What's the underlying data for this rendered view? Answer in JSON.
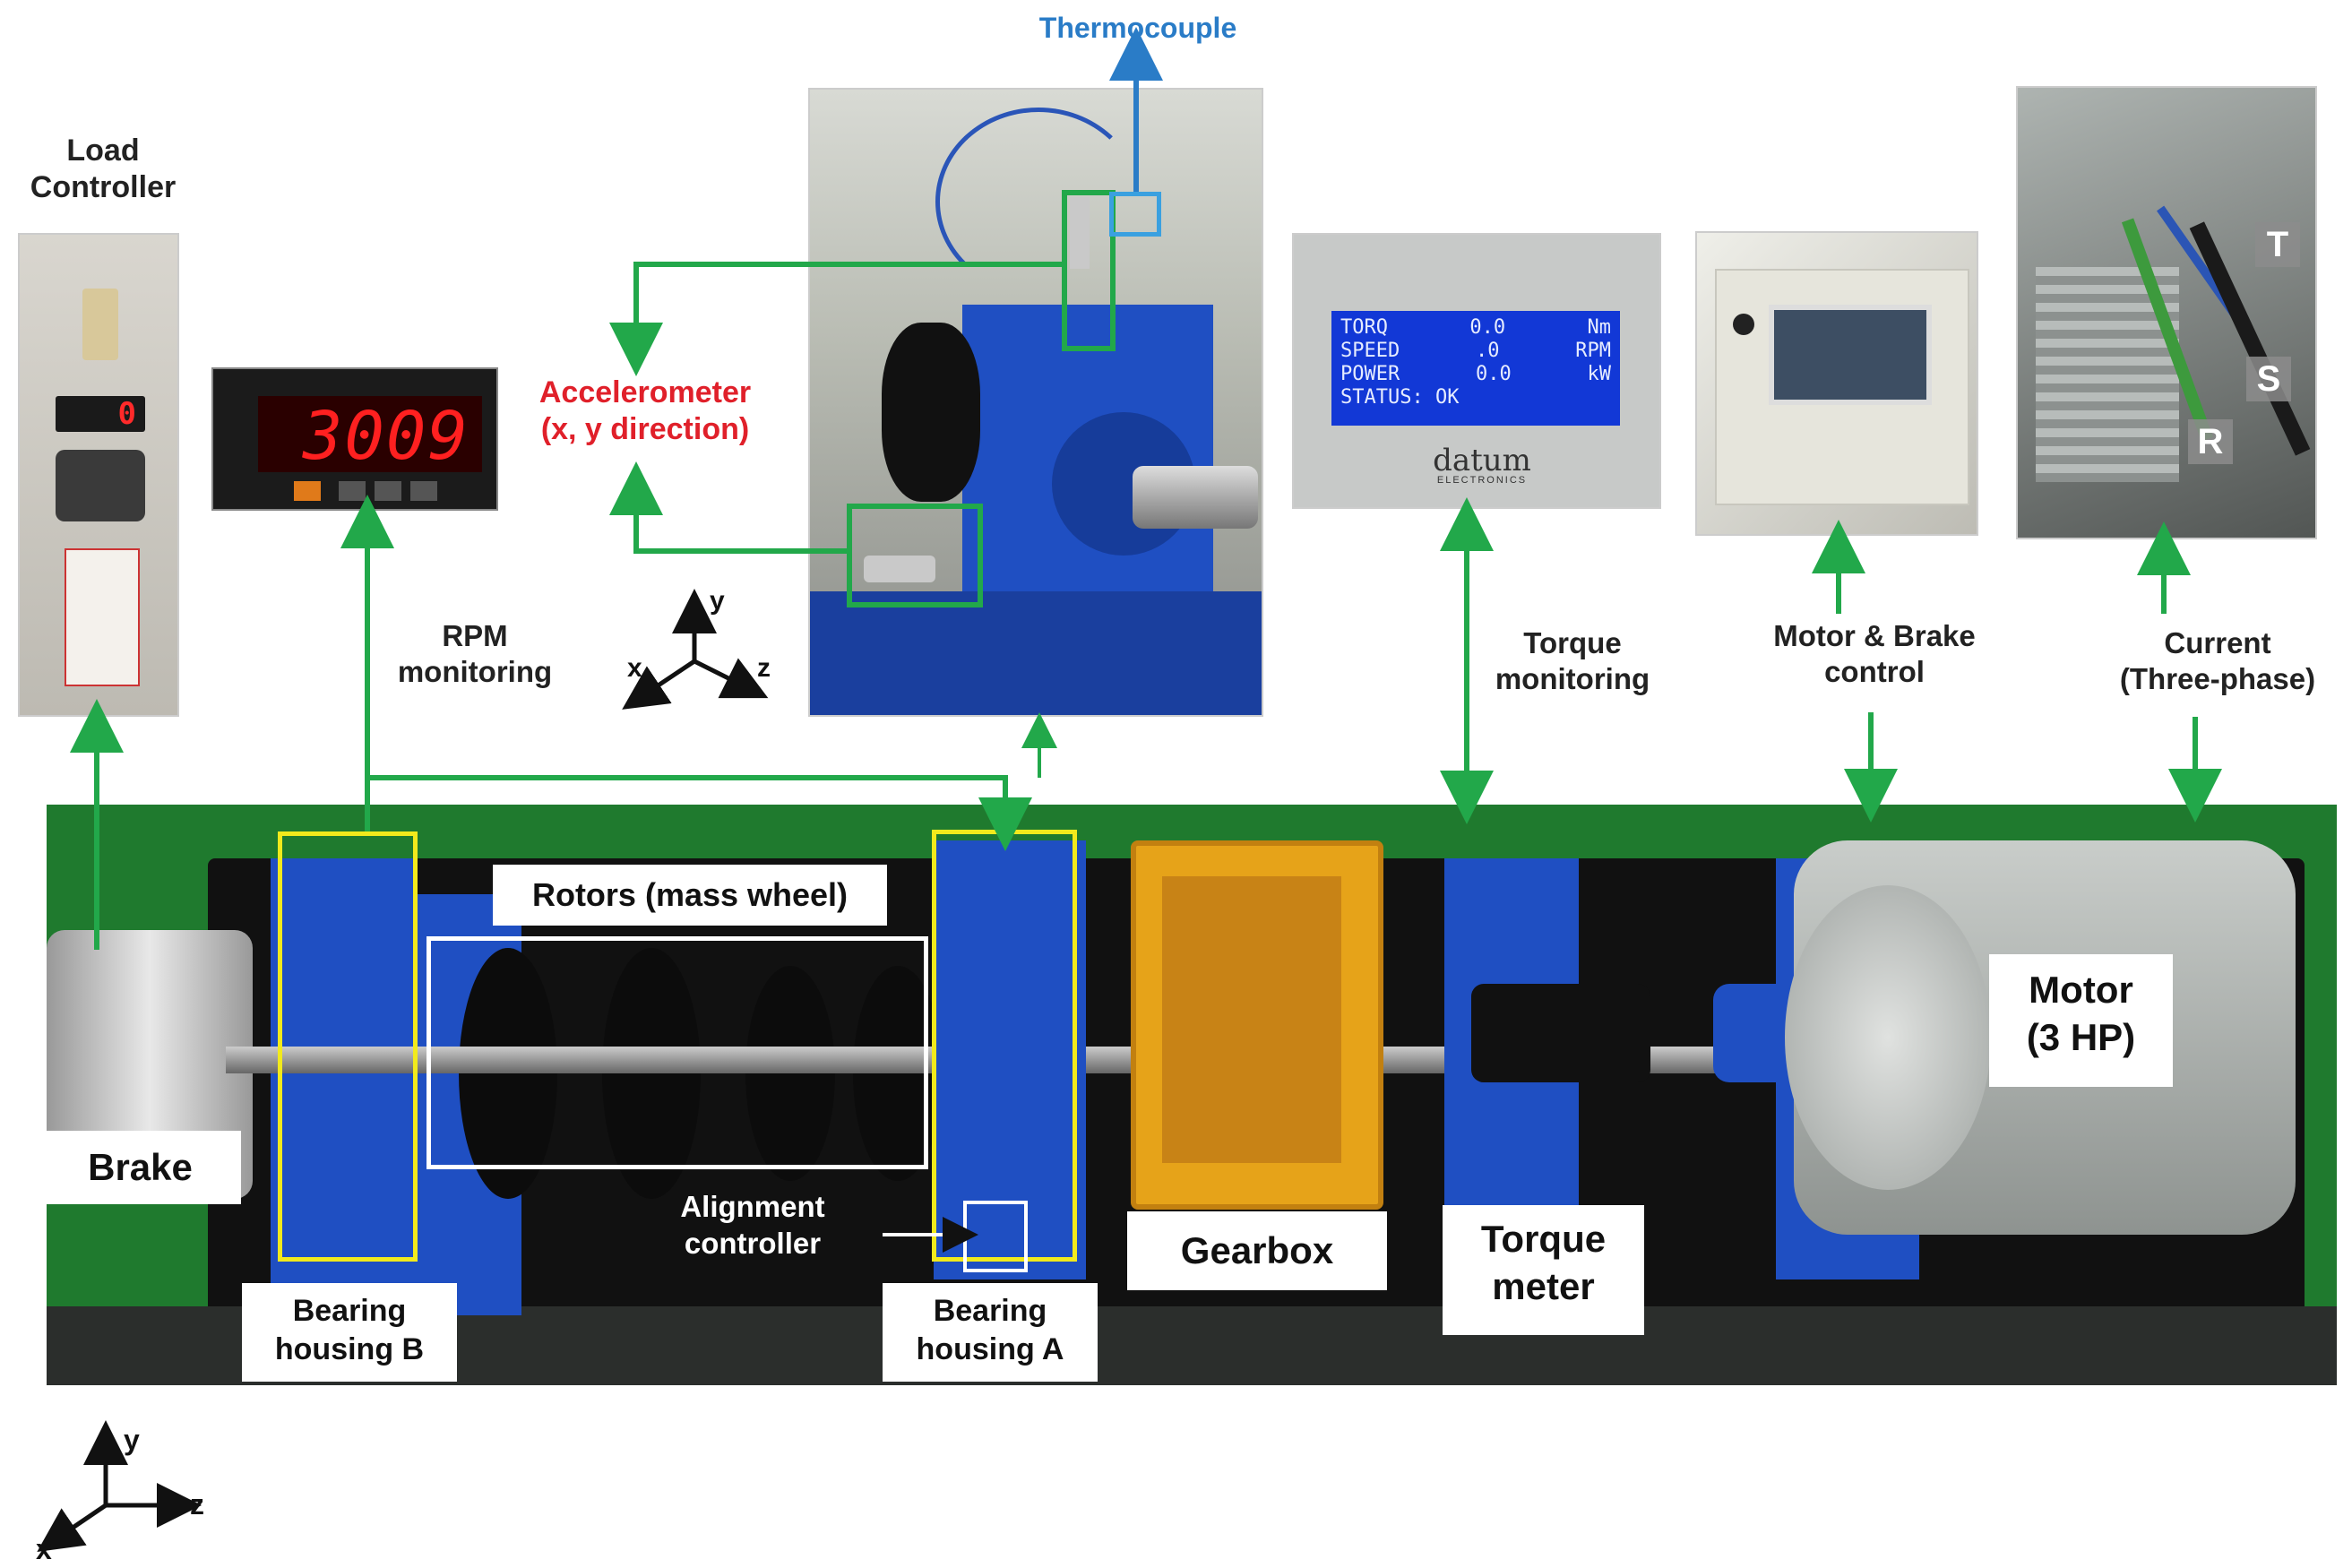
{
  "labels": {
    "thermocouple": "Thermocouple",
    "load_controller": "Load\nController",
    "accelerometer": "Accelerometer\n(x, y direction)",
    "rpm_monitoring": "RPM\nmonitoring",
    "torque_monitoring": "Torque\nmonitoring",
    "motor_brake_control": "Motor & Brake\ncontrol",
    "current": "Current\n(Three-phase)",
    "rotors": "Rotors (mass wheel)",
    "brake": "Brake",
    "alignment_controller": "Alignment\ncontroller",
    "gearbox": "Gearbox",
    "torque_meter": "Torque\nmeter",
    "motor": "Motor\n(3 HP)",
    "bearing_b": "Bearing\nhousing B",
    "bearing_a": "Bearing\nhousing A"
  },
  "rpm_display": {
    "digits": "3009"
  },
  "load_display": {
    "digit": "0"
  },
  "torque_display": {
    "rows": [
      {
        "name": "TORQ",
        "value": "0.0",
        "unit": "Nm"
      },
      {
        "name": "SPEED",
        "value": ".0",
        "unit": "RPM"
      },
      {
        "name": "POWER",
        "value": "0.0",
        "unit": "kW"
      }
    ],
    "status": "STATUS: OK",
    "brand": "datum",
    "brand_sub": "ELECTRONICS"
  },
  "phase_labels": [
    "T",
    "S",
    "R"
  ],
  "axes": {
    "x": "x",
    "y": "y",
    "z": "z"
  },
  "colors": {
    "arrow_green": "#22a84a",
    "thermocouple_blue": "#2a7cc7",
    "accelerometer_red": "#e0202a",
    "highlight_yellow": "#f2ea1c",
    "machine_blue": "#1f4fc2",
    "bench_green": "#1f7a2e"
  }
}
